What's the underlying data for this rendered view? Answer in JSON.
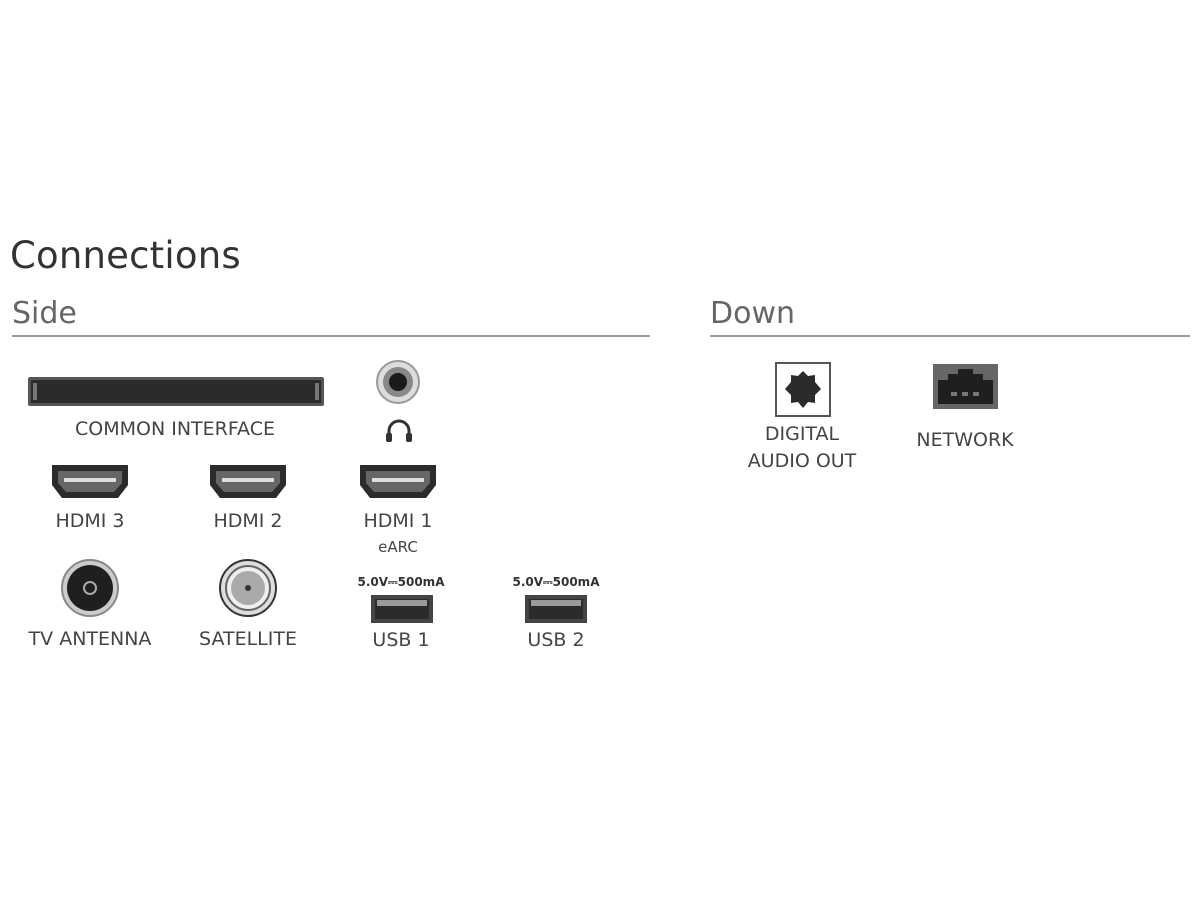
{
  "title": "Connections",
  "sections": {
    "side": {
      "heading": "Side",
      "ports": {
        "common_interface": "COMMON INTERFACE",
        "hdmi3": "HDMI 3",
        "hdmi2": "HDMI 2",
        "hdmi1": "HDMI 1",
        "hdmi1_sub": "eARC",
        "tv_antenna": "TV ANTENNA",
        "satellite": "SATELLITE",
        "usb1": "USB 1",
        "usb1_spec": "5.0V⎓500mA",
        "usb2": "USB 2",
        "usb2_spec": "5.0V⎓500mA"
      }
    },
    "down": {
      "heading": "Down",
      "ports": {
        "digital_audio_line1": "DIGITAL",
        "digital_audio_line2": "AUDIO OUT",
        "network": "NETWORK"
      }
    }
  },
  "colors": {
    "port_dark": "#2b2b2b",
    "rule": "#9a9a9a",
    "text": "#444444"
  }
}
